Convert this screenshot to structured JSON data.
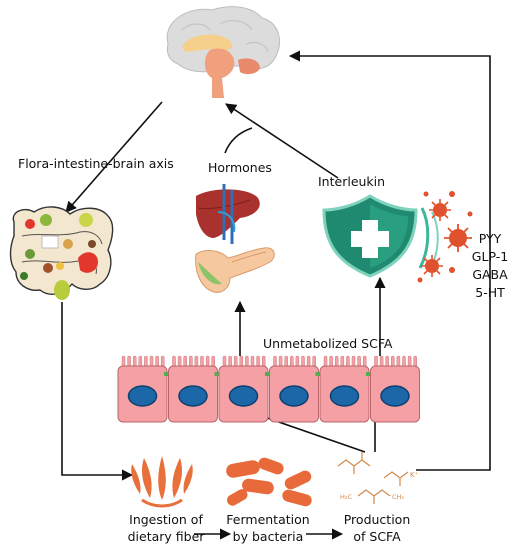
{
  "labels": {
    "axis": "Flora-intestine-brain axis",
    "hormones": "Hormones",
    "interleukin": "Interleukin",
    "unmetabolized": "Unmetabolized SCFA",
    "mediators": [
      "PYY",
      "GLP-1",
      "GABA",
      "5-HT"
    ],
    "steps": [
      [
        "Ingestion of",
        "dietary fiber"
      ],
      [
        "Fermentation",
        "by bacteria"
      ],
      [
        "Production",
        "of SCFA"
      ]
    ],
    "chem": {
      "ion": "K⁺",
      "ester_left": "H₃C",
      "ester_right": "CH₃"
    }
  },
  "icons": [
    "brain-icon",
    "intestine-food-icon",
    "liver-icon",
    "pancreas-icon",
    "shield-cross-icon",
    "virus-icon",
    "epithelial-cells-icon",
    "wheat-icon",
    "bacteria-icon",
    "scfa-molecule-icon"
  ],
  "colors": {
    "brain": "#f0a07c",
    "cell_body": "#f4a0a4",
    "nucleus": "#1b67a8",
    "shield": "#1f8a6f",
    "virus": "#e0522d",
    "wheat": "#e8703a",
    "bacteria": "#e86a3a"
  }
}
